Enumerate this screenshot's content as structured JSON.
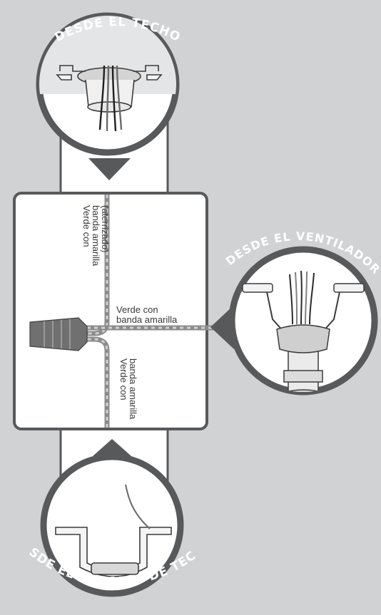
{
  "callouts": {
    "ceiling": "DESDE EL TECHO",
    "fan": "DESDE EL VENTILADOR",
    "bracket": "DESDE EL SOPORTE DE TECHO"
  },
  "wires": {
    "top": [
      "Verde con",
      "banda amarilla",
      "(aterrizado)"
    ],
    "right": [
      "Verde con",
      "banda amarilla"
    ],
    "bottom": [
      "Verde con",
      "banda amarilla"
    ]
  },
  "colors": {
    "background": "#d1d2d4",
    "frame": "#58595b",
    "wire_green": "#8c8c8c",
    "wire_stripe": "#cfcfcf",
    "connector": "#707070"
  }
}
